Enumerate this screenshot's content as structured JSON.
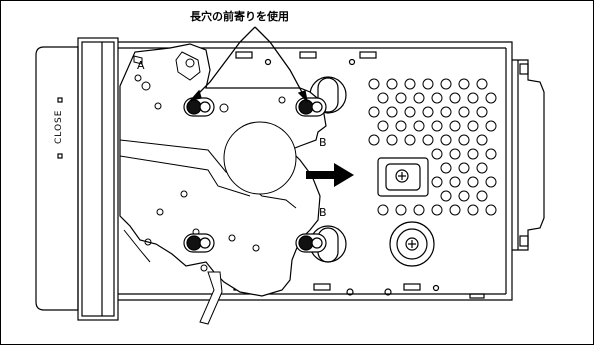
{
  "caption": "長穴の前寄りを使用",
  "bezel_label": "CLOSE",
  "point_labels": {
    "a": "A",
    "b_upper": "B",
    "b_lower": "B"
  }
}
